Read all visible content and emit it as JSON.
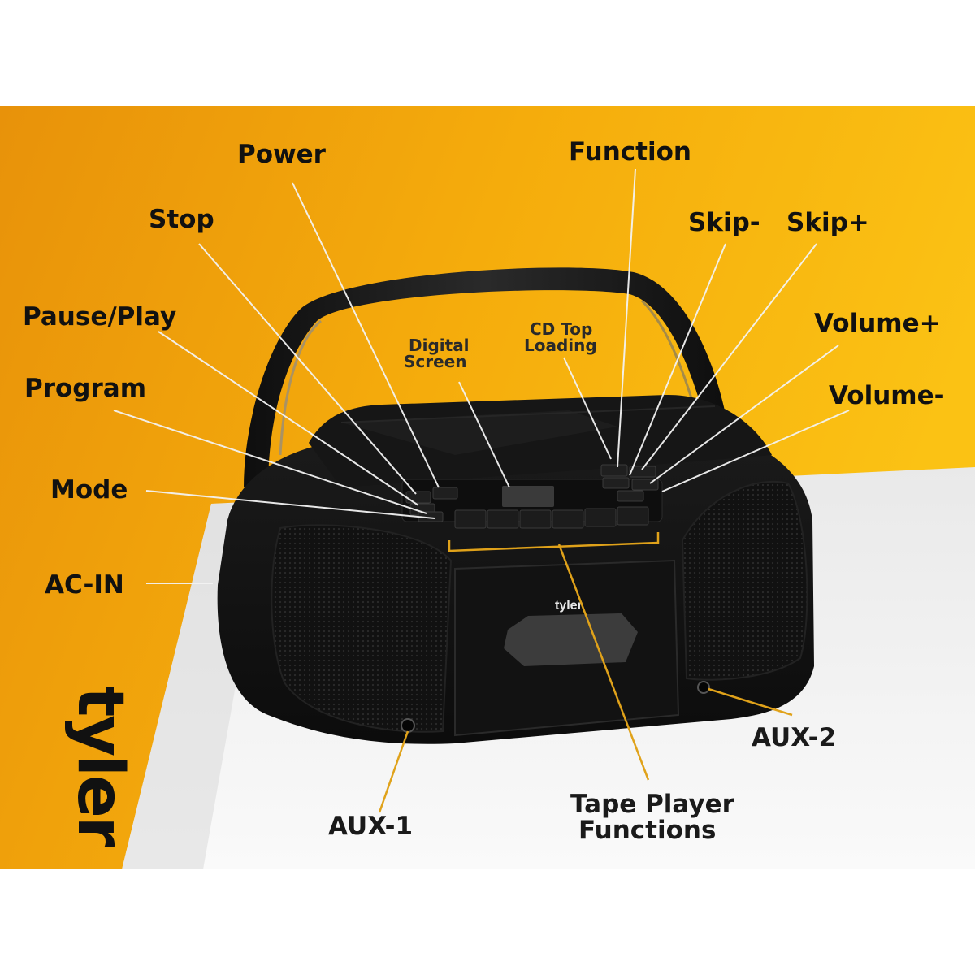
{
  "brand": {
    "logo_text": "tyler"
  },
  "device": {
    "front_logo": "tyler"
  },
  "callouts": {
    "power": "Power",
    "stop": "Stop",
    "pause_play": "Pause/Play",
    "program": "Program",
    "mode": "Mode",
    "ac_in": "AC-IN",
    "function": "Function",
    "skip_minus": "Skip-",
    "skip_plus": "Skip+",
    "volume_plus": "Volume+",
    "volume_minus": "Volume-",
    "digital_screen_line1": "Digital",
    "digital_screen_line2": "Screen",
    "cd_top_line1": "CD Top",
    "cd_top_line2": "Loading",
    "aux_1": "AUX-1",
    "aux_2": "AUX-2",
    "tape_line1": "Tape Player",
    "tape_line2": "Functions"
  },
  "colors": {
    "background_yellow": "#f6b40a",
    "background_orange": "#e8960a",
    "floor_white": "#f4f4f4",
    "device_black": "#141414",
    "accent_gold": "#e0a21a"
  }
}
